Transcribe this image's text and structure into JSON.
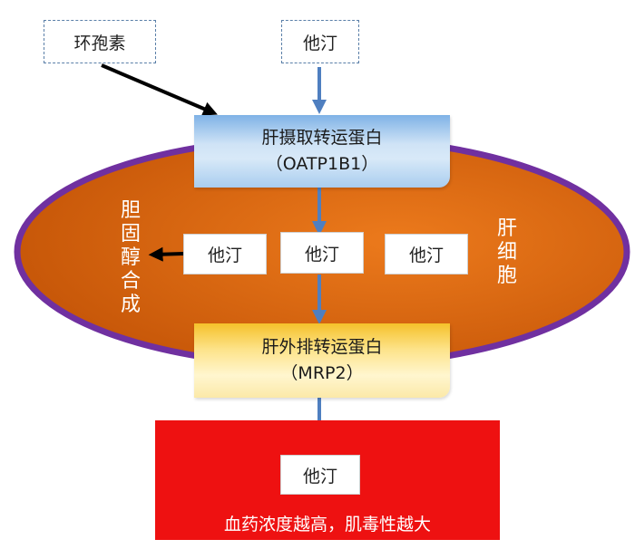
{
  "inputs": {
    "cyclosporine": "环孢素",
    "statin_top": "他汀"
  },
  "uptake": {
    "name": "肝摄取转运蛋白",
    "code": "（OATP1B1）"
  },
  "liver": {
    "label_chars": [
      "肝",
      "细",
      "胞"
    ],
    "cholesterol_chars": [
      "胆",
      "固",
      "醇",
      "合",
      "成"
    ],
    "statins": [
      "他汀",
      "他汀",
      "他汀"
    ]
  },
  "efflux": {
    "name": "肝外排转运蛋白",
    "code": "（MRP2）"
  },
  "blood": {
    "statin": "他汀",
    "caption": "血药浓度越高，肌毒性越大"
  },
  "colors": {
    "liver_fill": "#e36c17",
    "liver_border": "#7030a0",
    "blood_fill": "#ee1111",
    "arrow_blue": "#4f7fc0",
    "arrow_black": "#000000"
  }
}
